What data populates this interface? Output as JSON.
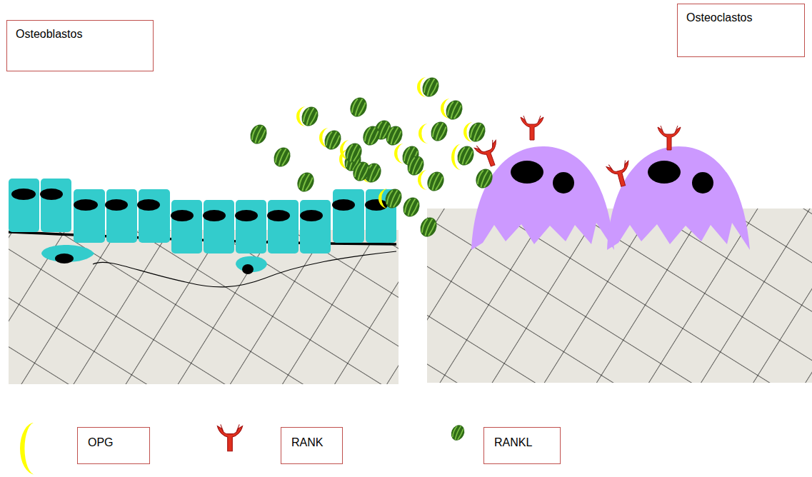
{
  "diagram": {
    "nodes": [
      {
        "text": [
          "Osteoblastos"
        ]
      },
      {
        "text": [
          "Osteoclastos"
        ]
      }
    ],
    "legend": [
      {
        "text": "OPG"
      },
      {
        "text": "RANK"
      },
      {
        "text": "RANKL"
      }
    ]
  }
}
